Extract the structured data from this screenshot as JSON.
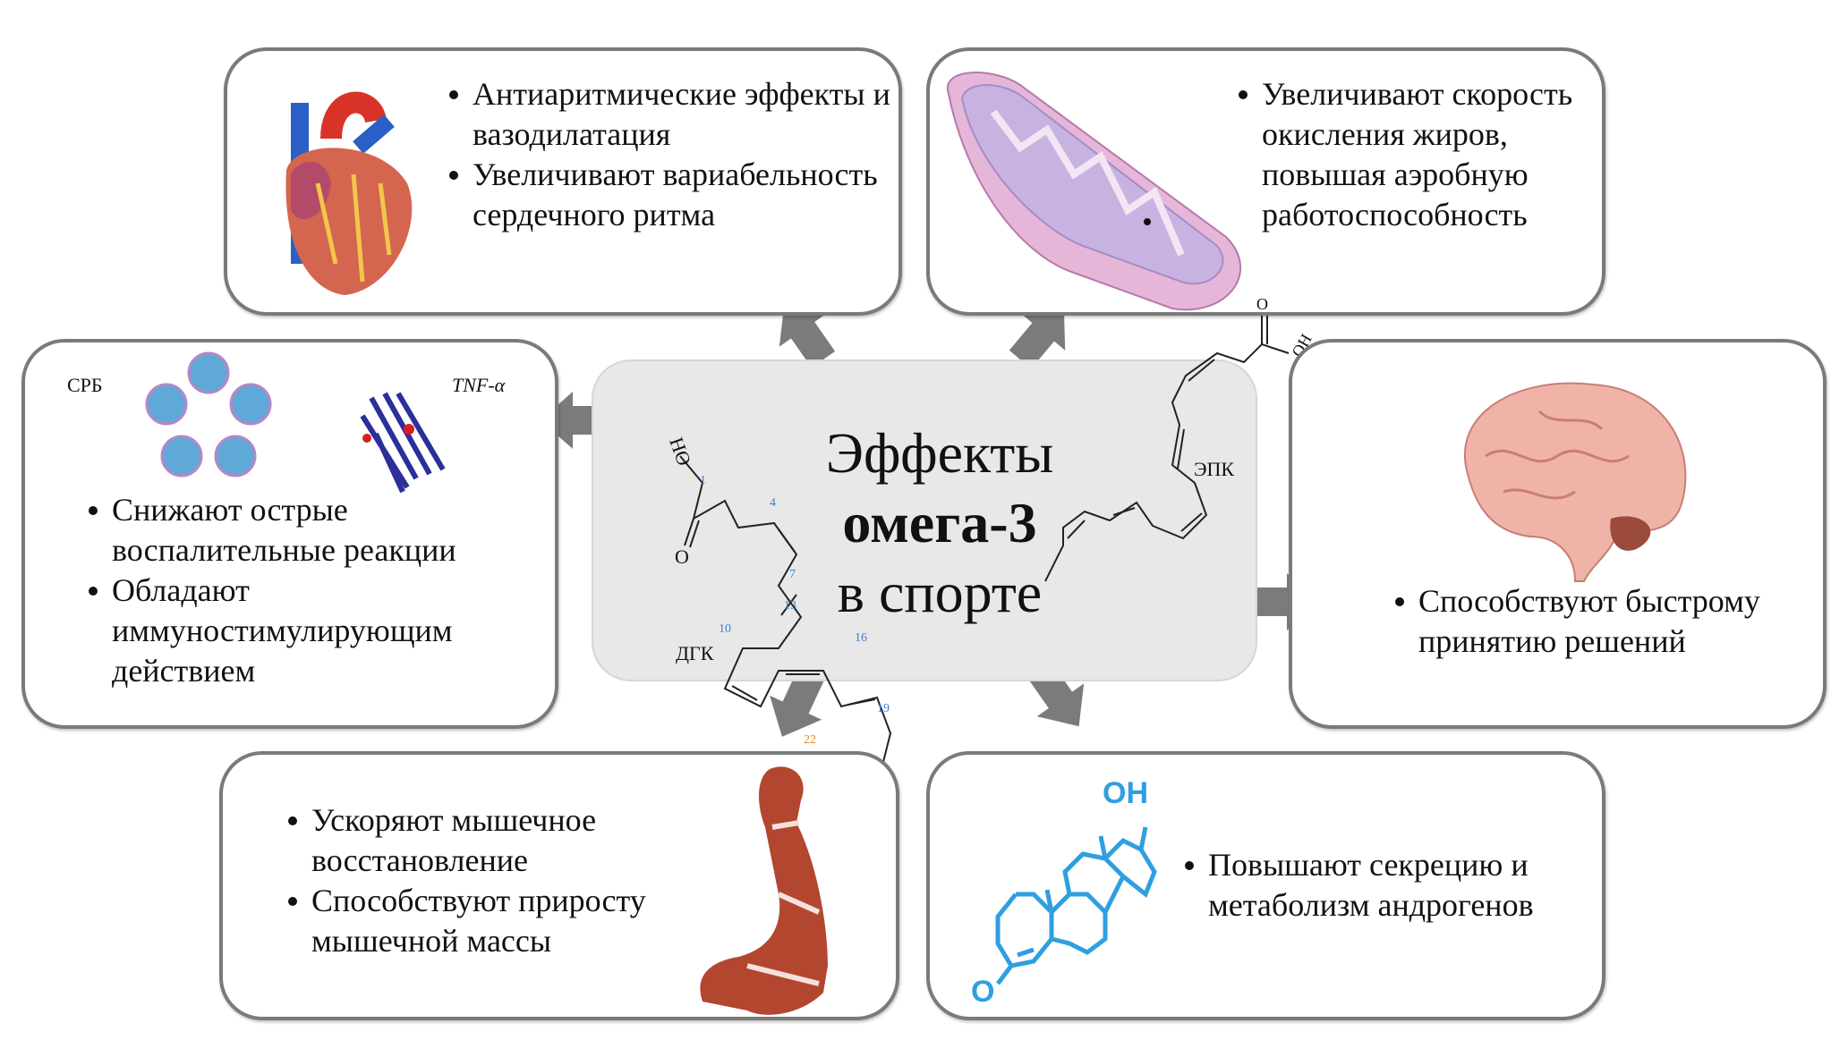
{
  "center": {
    "title_line1": "Эффекты",
    "title_line2": "омега-3",
    "title_line3": "в спорте",
    "molecule_dha_label": "ДГК",
    "molecule_epa_label": "ЭПК",
    "dha_atom_oh": "HO",
    "dha_atom_o": "O",
    "epa_atom_oh": "OH",
    "epa_atom_o": "O",
    "dha_carbon_numbers": [
      "1",
      "4",
      "7",
      "10",
      "13",
      "16",
      "19",
      "22"
    ]
  },
  "boxes": {
    "cardio": {
      "icon": "heart-icon",
      "bullets": [
        "Антиаритмические эффекты и вазодилатация",
        "Увеличивают вариабельность сердечного ритма"
      ]
    },
    "mitochondria": {
      "icon": "mitochondrion-icon",
      "bullets": [
        "Увеличивают скорость окисления жиров, повышая аэробную работоспособность"
      ]
    },
    "immune": {
      "icon": "protein-structure-icon",
      "label_crp": "СРБ",
      "label_tnf": "TNF-α",
      "bullets": [
        "Снижают острые воспалительные реакции",
        "Обладают иммуностимулирующим действием"
      ]
    },
    "brain": {
      "icon": "brain-icon",
      "bullets": [
        "Способствуют быстрому принятию решений"
      ]
    },
    "muscle": {
      "icon": "arm-muscle-icon",
      "bullets": [
        "Ускоряют мышечное восстановление",
        "Способствуют приросту мышечной массы"
      ]
    },
    "hormones": {
      "icon": "steroid-molecule-icon",
      "atom_oh": "OH",
      "atom_o": "O",
      "bullets": [
        "Повышают секрецию и метаболизм андрогенов"
      ]
    }
  },
  "colors": {
    "box_border": "#7a7a7a",
    "center_fill": "#e8e8e8",
    "arrow": "#7b7b7b",
    "steroid": "#2f9fe0",
    "carbon_numbers": "#3a7fd8"
  }
}
